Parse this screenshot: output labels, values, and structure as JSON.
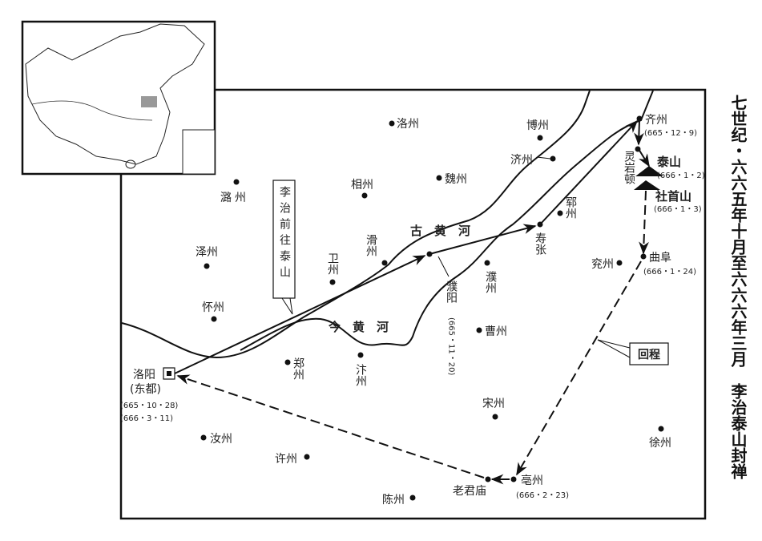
{
  "title": "七世纪・六六五年十月至六六六年三月　李治泰山封禅",
  "callouts": {
    "route_go": "李治前往泰山",
    "route_return": "回程"
  },
  "rivers": {
    "old": "古　黄　河",
    "new": "今　黄　河"
  },
  "places": {
    "luozhou_n": "洛州",
    "bozhou": "博州",
    "jizhou": "济州",
    "weizhou": "魏州",
    "xiangzhou": "相州",
    "luzhou": "潞州",
    "zezhou": "泽州",
    "huaizhou": "怀州",
    "weizhou2": "卫州",
    "huazhou": "滑州",
    "puyang": "濮阳",
    "puzhou": "濮州",
    "shouzhang": "寿张",
    "yunzhou": "郓州",
    "qizhou": "齐州",
    "lingyandun": "灵岩顿",
    "taishan": "泰山",
    "sheshoushan": "社首山",
    "qufu": "曲阜",
    "yanzhou": "兖州",
    "caozhou": "曹州",
    "zhengzhou": "郑州",
    "bianzhou": "汴州",
    "songzhou": "宋州",
    "xuzhou": "徐州",
    "luoyang": "洛阳",
    "dongdu": "(东都)",
    "ruzhou": "汝州",
    "xuzhou2": "许州",
    "chenzhou": "陈州",
    "laojunmiao": "老君庙",
    "bozhou2": "亳州"
  },
  "dates": {
    "luoyang_1": "(665・10・28)",
    "luoyang_2": "(666・3・11)",
    "puyang": "(665・11・20)",
    "qizhou": "(665・12・9)",
    "taishan": "(666・1・2)",
    "sheshoushan": "(666・1・3)",
    "qufu": "(666・1・24)",
    "bozhou": "(666・2・23)"
  }
}
